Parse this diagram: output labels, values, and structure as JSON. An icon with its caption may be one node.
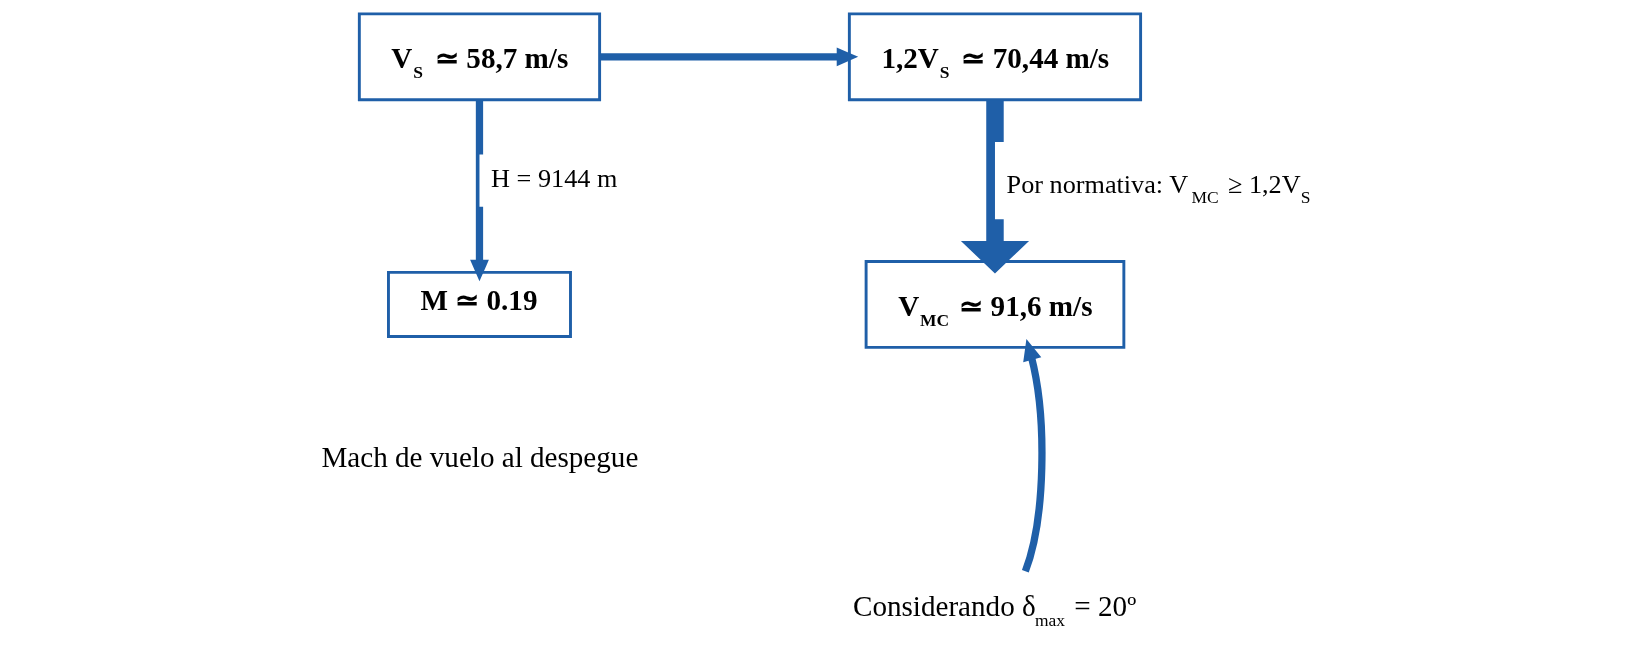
{
  "diagram": {
    "nodes": [
      {
        "text": [
          "V$_{S}$ ≃ 58,7 m/s"
        ]
      },
      {
        "text": [
          "1,2V$_{S}$ ≃ 70,44 m/s"
        ]
      },
      {
        "text": [
          "M ≃ 0.19"
        ],
        "beside": [
          "Mach de vuelo al despegue"
        ]
      },
      {
        "text": [
          "V$_{MC}$ ≃ 91,6 m/s"
        ]
      },
      {
        "text": [
          "Considerando δ$_{max}$ = 20º"
        ]
      }
    ],
    "edges": [
      {
        "from": 0,
        "to": 1,
        "arrow": "to"
      },
      {
        "from": 0,
        "to": 2,
        "arrow": "to",
        "label": "H = 9144 m"
      },
      {
        "from": 1,
        "to": 3,
        "arrow": "to",
        "style": "thick",
        "label": "Por normativa: V$_{MC}$ ≥ 1,2V$_{S}$"
      },
      {
        "from": 4,
        "to": 3,
        "arrow": "to"
      }
    ]
  }
}
